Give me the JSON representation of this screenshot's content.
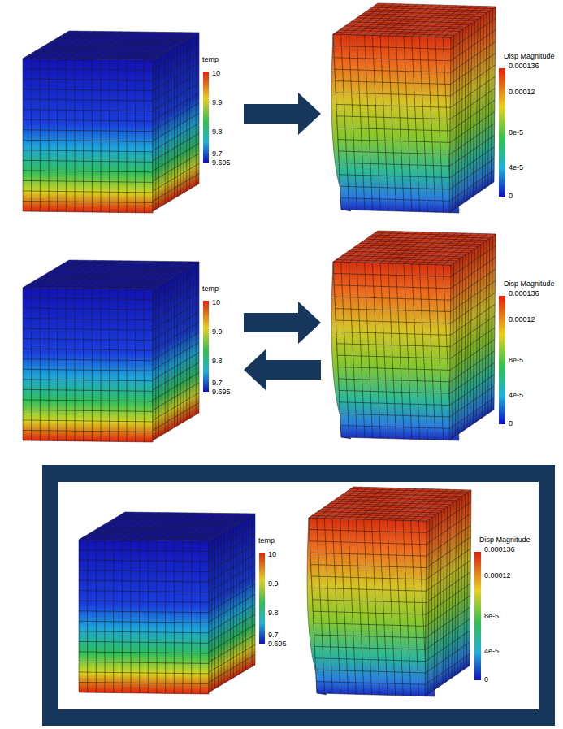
{
  "diagram": {
    "nodes": [
      {
        "text": [
          "temp",
          "10",
          "9.9",
          "9.8",
          "9.7",
          "9.695"
        ]
      },
      {
        "text": [
          "Disp Magnitude",
          "0.000136",
          "0.00012",
          "8e-5",
          "4e-5",
          "0"
        ]
      },
      {
        "text": [
          "temp",
          "10",
          "9.9",
          "9.8",
          "9.7",
          "9.695"
        ]
      },
      {
        "text": [
          "Disp Magnitude",
          "0.000136",
          "0.00012",
          "8e-5",
          "4e-5",
          "0"
        ]
      },
      {
        "text": []
      },
      {
        "text": [
          "temp",
          "10",
          "9.9",
          "9.8",
          "9.7",
          "9.695"
        ],
        "in": 4
      },
      {
        "text": [
          "Disp Magnitude",
          "0.000136",
          "0.00012",
          "8e-5",
          "4e-5",
          "0"
        ],
        "in": 4
      }
    ],
    "edges": [
      {
        "from": 0,
        "to": 1,
        "arrow": "to"
      },
      {
        "from": 2,
        "to": 3,
        "arrow": "to"
      },
      {
        "from": 3,
        "to": 2,
        "arrow": "to"
      }
    ]
  }
}
